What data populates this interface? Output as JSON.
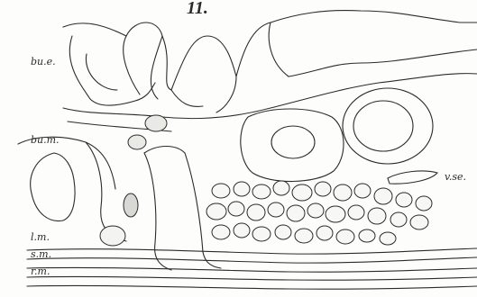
{
  "figure_number": "11.",
  "labels": {
    "bu_e": "bu.e.",
    "bu_m": "bu.m.",
    "v_se": "v.se.",
    "l_m": "l.m.",
    "s_m": "s.m.",
    "r_m": "r.m."
  },
  "colors": {
    "ink": "#2b2b2b",
    "paper": "#fdfdfc",
    "shade": "#e9e9e6"
  }
}
